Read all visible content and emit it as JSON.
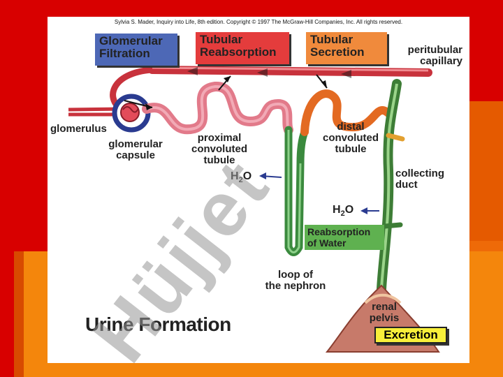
{
  "credit": "Sylvia S. Mader, Inquiry into Life, 8th edition. Copyright © 1997 The McGraw-Hill Companies, Inc. All rights reserved.",
  "boxes": {
    "glomerular": [
      "Glomerular",
      "Filtration"
    ],
    "tubular_reabsorption": [
      "Tubular",
      "Reabsorption"
    ],
    "tubular_secretion": [
      "Tubular",
      "Secretion"
    ]
  },
  "labels": {
    "peritubular": [
      "peritubular",
      "capillary"
    ],
    "glomerulus": "glomerulus",
    "capsule": [
      "glomerular",
      "capsule"
    ],
    "proximal": [
      "proximal",
      "convoluted",
      "tubule"
    ],
    "distal": [
      "distal",
      "convoluted",
      "tubule"
    ],
    "collecting": [
      "collecting",
      "duct"
    ],
    "loop": [
      "loop of",
      "the nephron"
    ],
    "renal": [
      "renal",
      "pelvis"
    ]
  },
  "h2o": {
    "main": "H",
    "sub": "2",
    "end": "O"
  },
  "reabsorption_of_water": [
    "Reabsorption",
    "of Water"
  ],
  "title": "Urine Formation",
  "excretion": "Excretion",
  "watermark": "Hüjjet",
  "colors": {
    "red_bg": "#d80000",
    "orange_bg": "#f0680a",
    "glomerular_box": "#4d68b6",
    "reabsorption_box": "#e43c3c",
    "secretion_box": "#f08a3c",
    "reab_water": "#5fb150",
    "excretion_box": "#f7ef3a"
  }
}
